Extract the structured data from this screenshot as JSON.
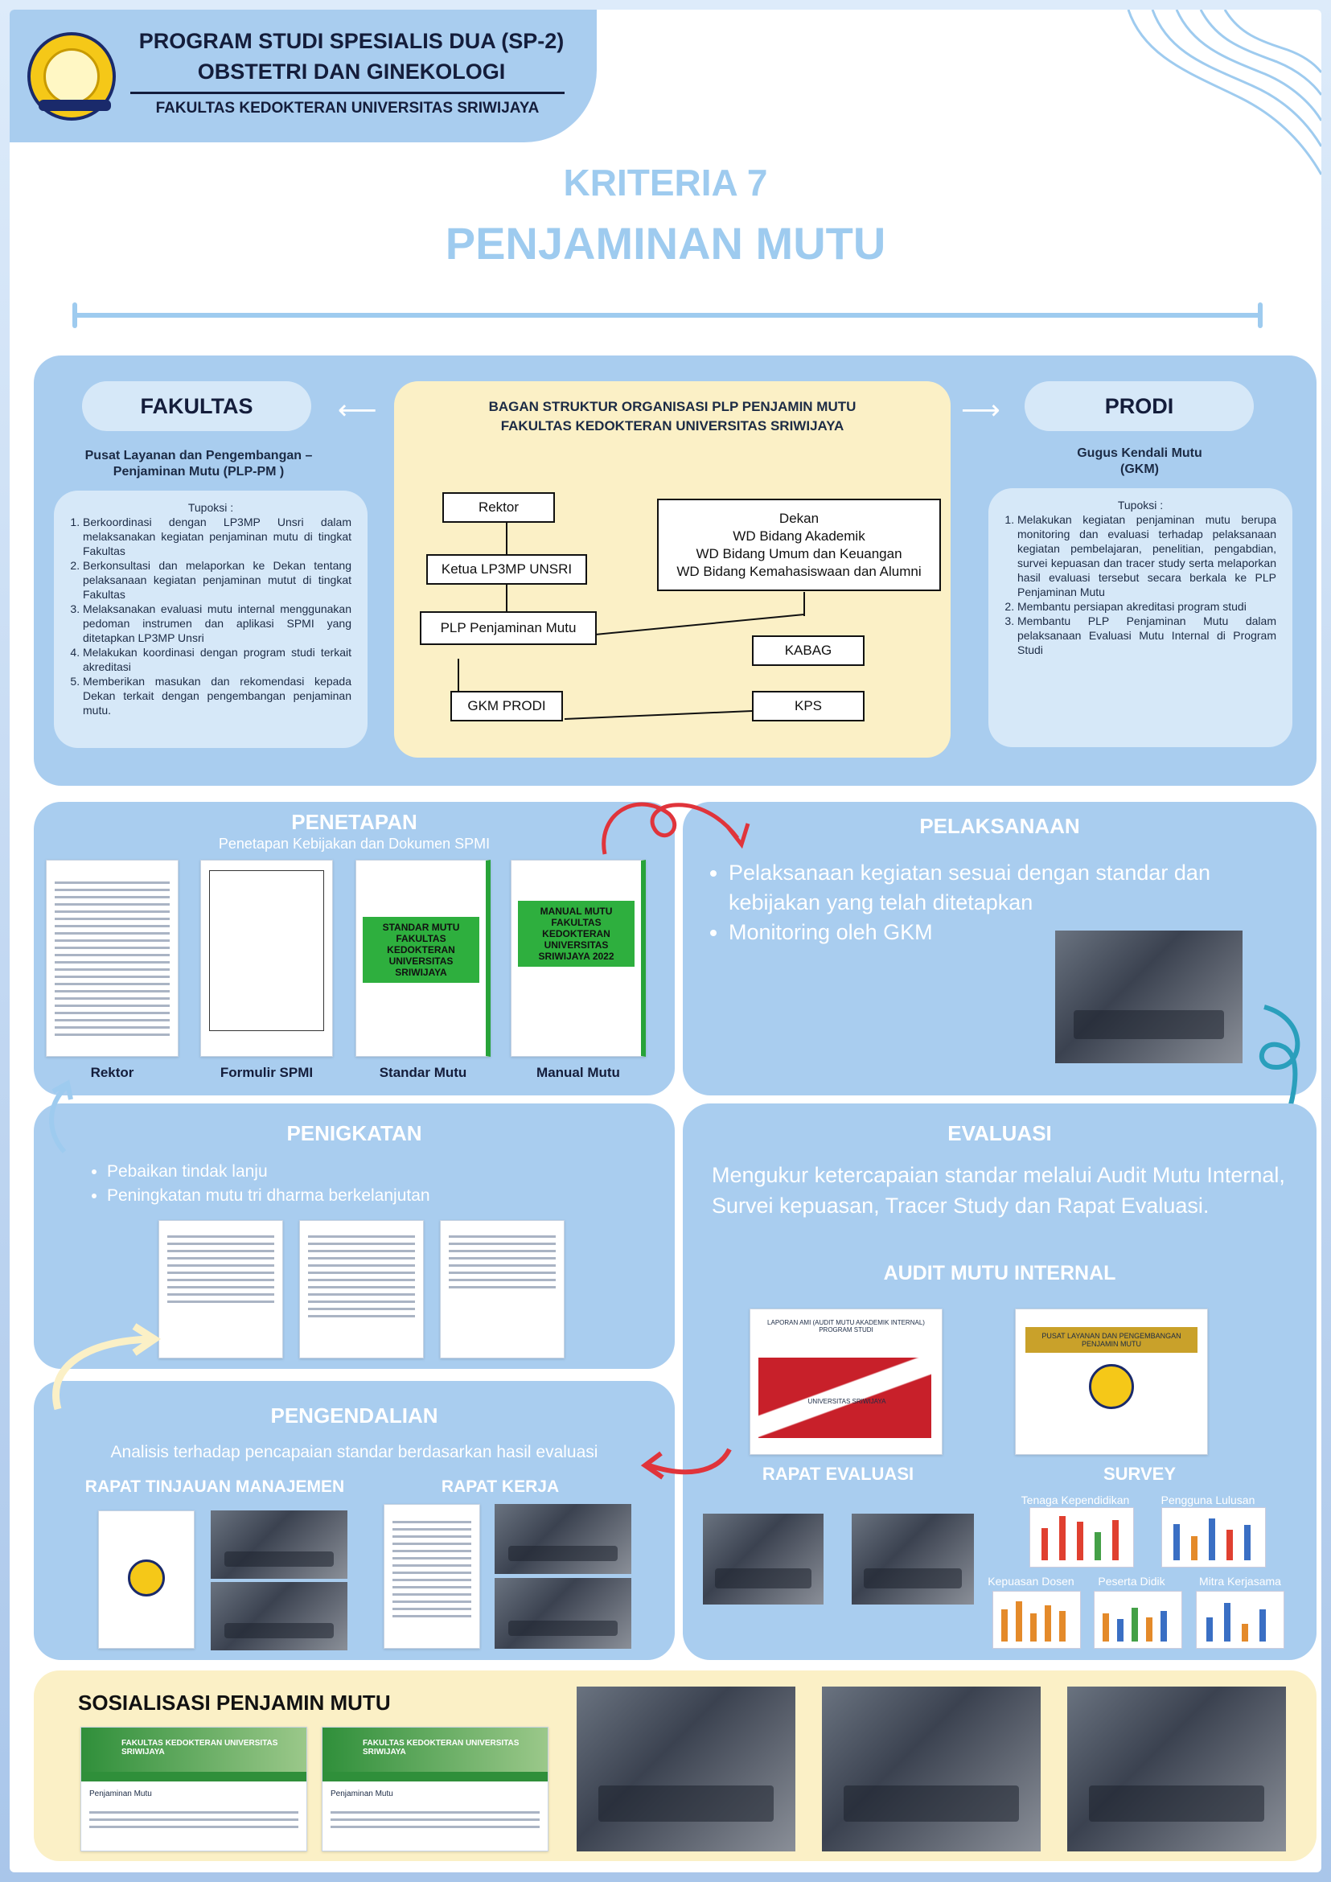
{
  "header": {
    "line1": "PROGRAM STUDI SPESIALIS DUA (SP-2)",
    "line2": "OBSTETRI DAN GINEKOLOGI",
    "line3": "FAKULTAS KEDOKTERAN UNIVERSITAS SRIWIJAYA"
  },
  "title": {
    "kriteria": "KRITERIA 7",
    "main": "PENJAMINAN MUTU"
  },
  "structure": {
    "fakultas_label": "FAKULTAS",
    "fakultas_subtitle": "Pusat Layanan dan Pengembangan – Penjaminan Mutu (PLP-PM )",
    "fakultas_tupoksi_title": "Tupoksi :",
    "fakultas_tupoksi": [
      "Berkoordinasi dengan LP3MP Unsri dalam melaksanakan kegiatan penjaminan mutu di tingkat Fakultas",
      "Berkonsultasi dan melaporkan ke Dekan tentang pelaksanaan kegiatan penjaminan mutut di tingkat Fakultas",
      "Melaksanakan evaluasi mutu internal menggunakan pedoman instrumen dan aplikasi SPMI yang ditetapkan LP3MP Unsri",
      "Melakukan koordinasi dengan program studi terkait akreditasi",
      "Memberikan masukan dan rekomendasi kepada Dekan terkait dengan pengembangan penjaminan mutu."
    ],
    "chart_title_1": "BAGAN STRUKTUR ORGANISASI PLP PENJAMIN MUTU",
    "chart_title_2": "FAKULTAS KEDOKTERAN UNIVERSITAS SRIWIJAYA",
    "org": {
      "rektor": "Rektor",
      "lp3mp": "Ketua LP3MP UNSRI",
      "plp": "PLP Penjaminan Mutu",
      "gkm": "GKM PRODI",
      "dekan": "Dekan",
      "wd1": "WD Bidang Akademik",
      "wd2": "WD Bidang Umum dan Keuangan",
      "wd3": "WD Bidang Kemahasiswaan dan Alumni",
      "kabag": "KABAG",
      "kps": "KPS"
    },
    "prodi_label": "PRODI",
    "prodi_subtitle_1": "Gugus Kendali Mutu",
    "prodi_subtitle_2": "(GKM)",
    "prodi_tupoksi_title": "Tupoksi :",
    "prodi_tupoksi": [
      "Melakukan kegiatan penjaminan mutu berupa monitoring dan evaluasi terhadap pelaksanaan kegiatan pembelajaran, penelitian, pengabdian, survei kepuasan dan tracer study serta melaporkan hasil evaluasi tersebut secara berkala ke PLP Penjaminan Mutu",
      "Membantu persiapan akreditasi program studi",
      "Membantu PLP Penjaminan Mutu dalam pelaksanaan Evaluasi Mutu Internal di Program Studi"
    ]
  },
  "penetapan": {
    "title": "PENETAPAN",
    "subtitle": "Penetapan Kebijakan dan Dokumen SPMI",
    "docs": [
      "Rektor",
      "Formulir SPMI",
      "Standar Mutu",
      "Manual Mutu"
    ],
    "standar_text": "STANDAR MUTU FAKULTAS KEDOKTERAN UNIVERSITAS SRIWIJAYA",
    "manual_text": "MANUAL MUTU FAKULTAS KEDOKTERAN UNIVERSITAS SRIWIJAYA 2022"
  },
  "pelaksanaan": {
    "title": "PELAKSANAAN",
    "bullets": [
      "Pelaksanaan kegiatan sesuai dengan standar dan kebijakan yang telah ditetapkan",
      "Monitoring oleh GKM"
    ]
  },
  "peningkatan": {
    "title": "PENIGKATAN",
    "bullets": [
      "Pebaikan tindak lanju",
      "Peningkatan mutu tri dharma berkelanjutan"
    ]
  },
  "evaluasi": {
    "title": "EVALUASI",
    "text": "Mengukur ketercapaian standar melalui Audit Mutu Internal, Survei kepuasan, Tracer Study dan Rapat Evaluasi.",
    "audit_title": "AUDIT MUTU INTERNAL",
    "audit_doc1": "LAPORAN AMI (AUDIT MUTU AKADEMIK INTERNAL) PROGRAM STUDI",
    "audit_doc1_foot": "UNIVERSITAS SRIWIJAYA",
    "audit_doc2": "PUSAT LAYANAN DAN PENGEMBANGAN PENJAMIN MUTU",
    "rapat_title": "RAPAT EVALUASI",
    "survey_title": "SURVEY",
    "survey_labels": [
      "Tenaga Kependidikan",
      "Pengguna Lulusan",
      "Kepuasan Dosen",
      "Peserta Didik",
      "Mitra Kerjasama"
    ]
  },
  "pengendalian": {
    "title": "PENGENDALIAN",
    "subtitle": "Analisis terhadap pencapaian standar berdasarkan hasil evaluasi",
    "rtm": "RAPAT TINJAUAN MANAJEMEN",
    "rk": "RAPAT KERJA"
  },
  "sosialisasi": {
    "title": "SOSIALISASI PENJAMIN MUTU",
    "web_header": "FAKULTAS KEDOKTERAN UNIVERSITAS SRIWIJAYA",
    "web_tab": "Penjaminan Mutu"
  },
  "colors": {
    "panel": "#a9cdef",
    "light": "#d6e8f8",
    "yellow": "#fbf0c6",
    "title": "#9ecbef",
    "arrow": "#e0343b"
  }
}
